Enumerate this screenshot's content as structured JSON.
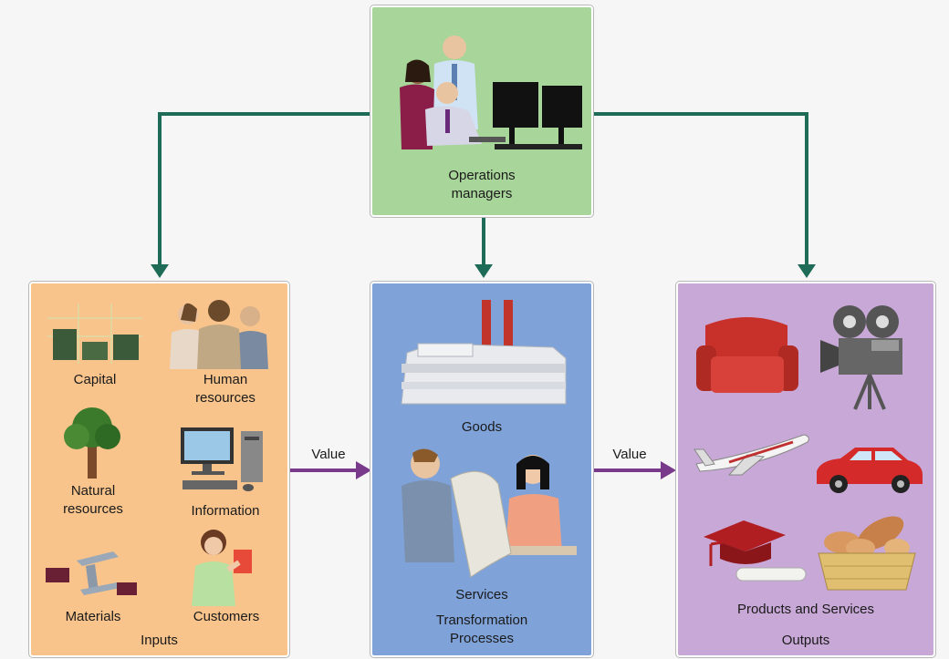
{
  "colors": {
    "managers_bg": "#a8d59a",
    "inputs_bg": "#f8c48c",
    "process_bg": "#7fa3d9",
    "outputs_bg": "#c8a8d6",
    "control_arrow": "#1e6b58",
    "value_arrow": "#7a3a8c"
  },
  "managers": {
    "label": "Operations\nmanagers"
  },
  "inputs": {
    "title": "Inputs",
    "items": {
      "capital": "Capital",
      "human": "Human\nresources",
      "natural": "Natural\nresources",
      "information": "Information",
      "materials": "Materials",
      "customers": "Customers"
    }
  },
  "process": {
    "goods": "Goods",
    "services": "Services",
    "title": "Transformation\nProcesses"
  },
  "outputs": {
    "label": "Products and Services",
    "title": "Outputs"
  },
  "flows": {
    "value_left": "Value",
    "value_right": "Value"
  },
  "icons": {
    "managers": "office-workers-at-computer-icon",
    "capital": "money-stacks-icon",
    "human": "people-group-icon",
    "natural": "tree-icon",
    "information": "computer-icon",
    "materials": "steel-beam-icon",
    "customers": "customer-woman-icon",
    "goods": "factory-icon",
    "services": "service-people-icon",
    "outputs": [
      "armchair-icon",
      "movie-camera-icon",
      "airplane-icon",
      "car-icon",
      "graduation-cap-icon",
      "bread-basket-icon"
    ]
  }
}
